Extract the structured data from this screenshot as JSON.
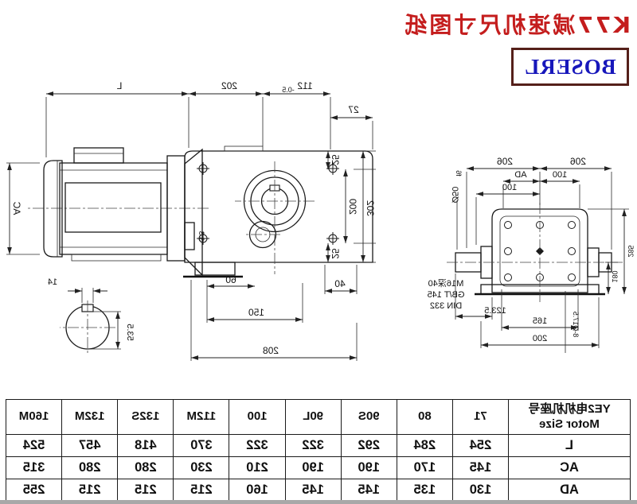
{
  "title": "K77减速机尺寸图纸",
  "logo": "BOSERL",
  "colors": {
    "title_red": "#c41d1d",
    "logo_blue": "#1717bb",
    "logo_border": "#55201a",
    "line": "#1a1a1a"
  },
  "drawing": {
    "dims": {
      "L": "L",
      "AC": "AC",
      "d27": "27",
      "d112": "112",
      "d112_tol": "-0.5",
      "d202": "202",
      "d25_top": "25",
      "d200_side": "200",
      "d25_bot": "25",
      "d302": "302",
      "d40": "40",
      "d60": "60",
      "d150": "150",
      "d208": "208",
      "d3_3": "3.3",
      "d14": "14",
      "d53_5": "53.5",
      "d206_l": "206",
      "d206_r": "206",
      "d100_a": "100",
      "dAD": "AD",
      "d100_b": "100",
      "shaft_dia": "Ø50",
      "shaft_fit": "f6",
      "note1": "M16深40",
      "note2": "GB/T 145",
      "note3": "DIN 332",
      "d123_5": "123.5",
      "d165": "165",
      "d200_foot": "200",
      "holes": "8-Ø17.5",
      "d180": "180",
      "d285": "285"
    }
  },
  "table": {
    "header": {
      "line1": "YE2电机机座号",
      "line2": "Motor Size"
    },
    "columns": [
      "71",
      "80",
      "90S",
      "90L",
      "100",
      "112M",
      "132S",
      "132M",
      "160M"
    ],
    "rows": [
      {
        "label": "L",
        "values": [
          "254",
          "284",
          "292",
          "322",
          "322",
          "370",
          "418",
          "457",
          "524"
        ]
      },
      {
        "label": "AC",
        "values": [
          "145",
          "170",
          "190",
          "190",
          "210",
          "230",
          "280",
          "280",
          "315"
        ]
      },
      {
        "label": "AD",
        "values": [
          "130",
          "135",
          "145",
          "145",
          "160",
          "215",
          "215",
          "215",
          "255"
        ]
      }
    ]
  }
}
